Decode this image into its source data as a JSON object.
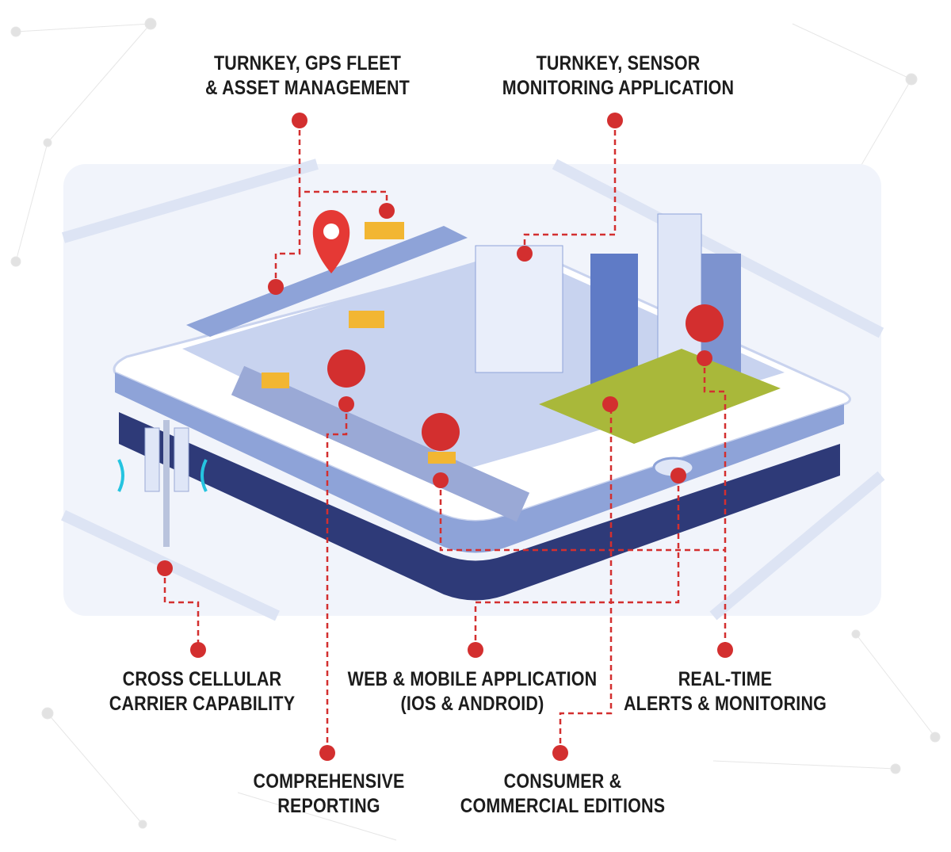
{
  "colors": {
    "accent": "#d32f2f",
    "map": "#eef2fb",
    "tablet": "#7f96cf",
    "tablet_dark": "#2e3a78",
    "text": "#1c1c1c"
  },
  "features": [
    {
      "id": "gps",
      "lines": [
        "TURNKEY, GPS FLEET",
        "& ASSET MANAGEMENT"
      ]
    },
    {
      "id": "sensor",
      "lines": [
        "TURNKEY, SENSOR",
        "MONITORING APPLICATION"
      ]
    },
    {
      "id": "cellular",
      "lines": [
        "CROSS CELLULAR",
        "CARRIER CAPABILITY"
      ]
    },
    {
      "id": "webmobile",
      "lines": [
        "WEB & MOBILE APPLICATION",
        "(IOS & ANDROID)"
      ]
    },
    {
      "id": "alerts",
      "lines": [
        "REAL-TIME",
        "ALERTS & MONITORING"
      ]
    },
    {
      "id": "reporting",
      "lines": [
        "COMPREHENSIVE",
        "REPORTING"
      ]
    },
    {
      "id": "editions",
      "lines": [
        "CONSUMER &",
        "COMMERCIAL EDITIONS"
      ]
    }
  ]
}
